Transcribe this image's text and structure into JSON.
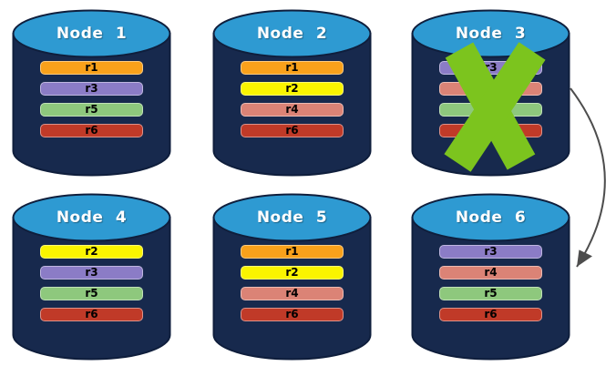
{
  "colors": {
    "background": "#FFFFFF",
    "cylinder_body": "#17294D",
    "cylinder_top": "#2E9AD2",
    "cylinder_outline": "#0F1E3C",
    "title_text": "#FFFFFF",
    "bar_text": "#000000",
    "failure_x": "#7CC41E",
    "arrow": "#4D4D4D",
    "replica_colors": {
      "r1": "#F9A11B",
      "r2": "#FAF400",
      "r3": "#8B7CC6",
      "r4": "#DB8376",
      "r5": "#8EC87D",
      "r6": "#C03A28"
    }
  },
  "nodes": [
    {
      "id": "node-1",
      "label": "Node 1",
      "replicas": [
        "r1",
        "r3",
        "r5",
        "r6"
      ],
      "failed": false
    },
    {
      "id": "node-2",
      "label": "Node 2",
      "replicas": [
        "r1",
        "r2",
        "r4",
        "r6"
      ],
      "failed": false
    },
    {
      "id": "node-3",
      "label": "Node 3",
      "replicas": [
        "r3",
        "r4",
        "r5",
        "r6"
      ],
      "failed": true
    },
    {
      "id": "node-4",
      "label": "Node 4",
      "replicas": [
        "r2",
        "r3",
        "r5",
        "r6"
      ],
      "failed": false
    },
    {
      "id": "node-5",
      "label": "Node 5",
      "replicas": [
        "r1",
        "r2",
        "r4",
        "r6"
      ],
      "failed": false
    },
    {
      "id": "node-6",
      "label": "Node 6",
      "replicas": [
        "r3",
        "r4",
        "r5",
        "r6"
      ],
      "failed": false
    }
  ],
  "arrow": {
    "from": "Node 3",
    "to": "Node 6"
  }
}
